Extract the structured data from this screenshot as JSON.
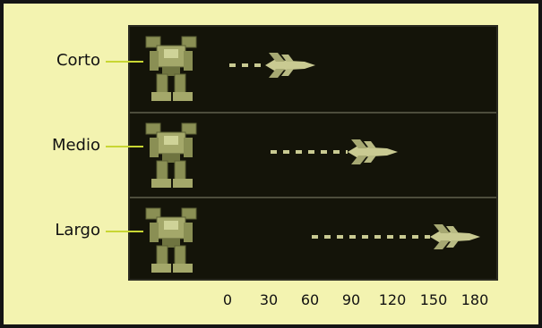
{
  "rows": [
    {
      "label": "Corto",
      "range_from": 0,
      "range_to": 30
    },
    {
      "label": "Medio",
      "range_from": 30,
      "range_to": 90
    },
    {
      "label": "Largo",
      "range_from": 60,
      "range_to": 150
    }
  ],
  "axis_ticks": [
    "0",
    "30",
    "60",
    "90",
    "120",
    "150",
    "180"
  ],
  "colors": {
    "background": "#f3f3b0",
    "panel": "#141409",
    "leader": "#c8d633",
    "missile": "#c9ca92",
    "mech": "#8a8f54"
  },
  "icons": {
    "unit": "mech-robot-icon",
    "projectile": "missile-icon"
  }
}
